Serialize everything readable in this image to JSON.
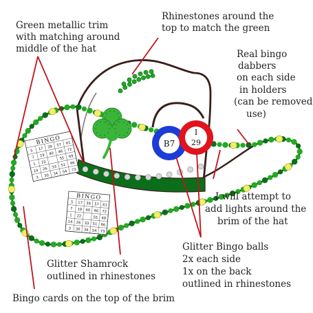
{
  "colors": {
    "leader": "#c0141c",
    "trim": "#22aa22",
    "trim_dark": "#0b6e1b",
    "rhinestone": "#f3ee6a",
    "outline": "#3a1f1a",
    "ball_blue": "#1c3cd8",
    "ball_red": "#e0141c",
    "shamrock": "#3ab53a"
  },
  "annotations": [
    {
      "id": "green-trim",
      "lines": [
        "Green metallic trim",
        "with matching around",
        "middle of the hat"
      ]
    },
    {
      "id": "rhinestones-top",
      "lines": [
        "Rhinestones around the",
        "top to match the green"
      ]
    },
    {
      "id": "bingo-dabbers",
      "lines": [
        "Real bingo",
        "dabbers",
        "on each side",
        "in holders",
        "(can be removed to",
        "use)"
      ]
    },
    {
      "id": "lights",
      "lines": [
        "I will attempt to",
        "add lights around the",
        "brim of the hat"
      ]
    },
    {
      "id": "bingo-balls",
      "lines": [
        "Glitter Bingo balls",
        "2x each side",
        "1x on the back",
        "outlined in rhinestones"
      ]
    },
    {
      "id": "shamrock",
      "lines": [
        "Glitter Shamrock",
        "outlined in rhinestones"
      ]
    },
    {
      "id": "bingo-cards",
      "lines": [
        "Bingo cards on the top of the brim"
      ]
    }
  ],
  "bingo_balls": [
    {
      "letter": "",
      "number": "B7",
      "color": "blue"
    },
    {
      "letter": "I",
      "number": "29",
      "color": "red"
    }
  ],
  "bingo_cards": [
    {
      "header": "BINGO",
      "rows": [
        [
          "5",
          "17",
          "39",
          "57",
          "61"
        ],
        [
          "7",
          "19",
          "40",
          "46",
          "72"
        ],
        [
          "1",
          "22",
          "",
          "55",
          "69"
        ],
        [
          "14",
          "26",
          "33",
          "51",
          "66"
        ],
        [
          "3",
          "30",
          "34",
          "54",
          "73"
        ]
      ]
    },
    {
      "header": "BINGO",
      "rows": [
        [
          "5",
          "17",
          "39",
          "57",
          "61"
        ],
        [
          "7",
          "19",
          "40",
          "46",
          "72"
        ],
        [
          "1",
          "22",
          "",
          "55",
          "69"
        ],
        [
          "14",
          "26",
          "33",
          "51",
          "66"
        ],
        [
          "3",
          "30",
          "34",
          "54",
          "73"
        ]
      ]
    }
  ]
}
